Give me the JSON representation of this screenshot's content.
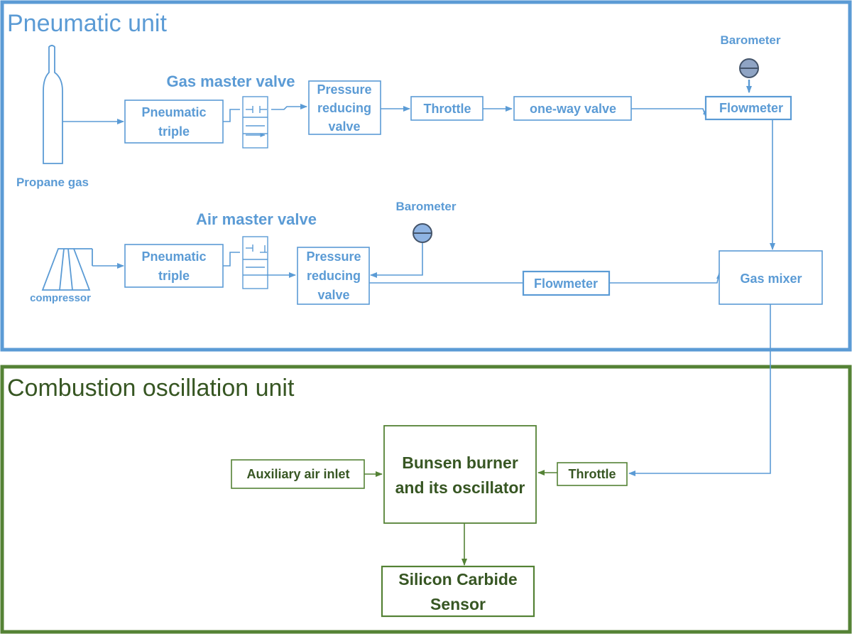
{
  "sections": {
    "pneumatic_unit": "Pneumatic unit",
    "combustion_unit": "Combustion oscillation unit"
  },
  "labels": {
    "gas_master_valve": "Gas master valve",
    "air_master_valve": "Air master valve",
    "propane_gas": "Propane gas",
    "compressor": "compressor",
    "barometer_gas": "Barometer",
    "barometer_air": "Barometer"
  },
  "boxes": {
    "pneumatic_triple_gas": [
      "Pneumatic",
      "triple"
    ],
    "pressure_reducing_gas": [
      "Pressure",
      "reducing",
      "valve"
    ],
    "throttle_gas": "Throttle",
    "one_way_valve": "one-way valve",
    "flowmeter_gas": "Flowmeter",
    "pneumatic_triple_air": [
      "Pneumatic",
      "triple"
    ],
    "pressure_reducing_air": [
      "Pressure",
      "reducing",
      "valve"
    ],
    "flowmeter_air": "Flowmeter",
    "gas_mixer": "Gas mixer",
    "auxiliary_air_inlet": "Auxiliary air inlet",
    "bunsen_burner": [
      "Bunsen burner",
      "and its oscillator"
    ],
    "throttle_burner": "Throttle",
    "sic_sensor": [
      "Silicon Carbide",
      "Sensor"
    ]
  },
  "colors": {
    "blue": "#5b9bd5",
    "green": "#548235",
    "dark_green": "#375623",
    "gauge_dark": "#44546a",
    "gauge_fill": "#8fa4c4"
  }
}
